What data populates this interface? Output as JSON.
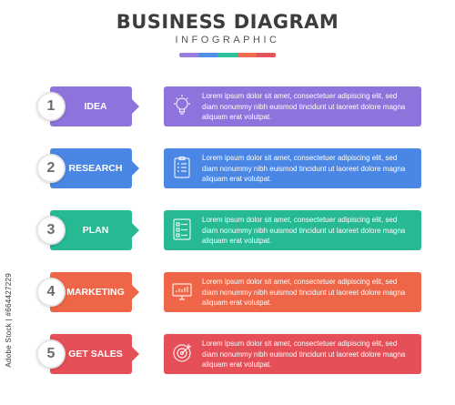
{
  "header": {
    "title": "BUSINESS DIAGRAM",
    "subtitle": "INFOGRAPHIC",
    "bar_colors": [
      "#9b7fe0",
      "#4f8fe6",
      "#2bbf9a",
      "#ef6b4f",
      "#e5545a"
    ]
  },
  "steps": [
    {
      "number": "1",
      "label": "IDEA",
      "icon": "lightbulb-icon",
      "color": "#8e73dd",
      "text": "Lorem ipsum dolor sit amet, consectetuer adipiscing elit, sed diam nonummy nibh euismod tincidunt ut laoreet dolore magna aliquam erat volutpat."
    },
    {
      "number": "2",
      "label": "RESEARCH",
      "icon": "clipboard-icon",
      "color": "#4a86e3",
      "text": "Lorem ipsum dolor sit amet, consectetuer adipiscing elit, sed diam nonummy nibh euismod tincidunt ut laoreet dolore magna aliquam erat volutpat."
    },
    {
      "number": "3",
      "label": "PLAN",
      "icon": "checklist-icon",
      "color": "#27b894",
      "text": "Lorem ipsum dolor sit amet, consectetuer adipiscing elit, sed diam nonummy nibh euismod tincidunt ut laoreet dolore magna aliquam erat volutpat."
    },
    {
      "number": "4",
      "label": "MARKETING",
      "icon": "monitor-chart-icon",
      "color": "#ee6547",
      "text": "Lorem ipsum dolor sit amet, consectetuer adipiscing elit, sed diam nonummy nibh euismod tincidunt ut laoreet dolore magna aliquam erat volutpat."
    },
    {
      "number": "5",
      "label": "GET SALES",
      "icon": "target-icon",
      "color": "#e44f58",
      "text": "Lorem ipsum dolor sit amet, consectetuer adipiscing elit, sed diam nonummy nibh euismod tincidunt ut laoreet dolore magna aliquam erat volutpat."
    }
  ],
  "side_text": "Adobe Stock | #664427229"
}
